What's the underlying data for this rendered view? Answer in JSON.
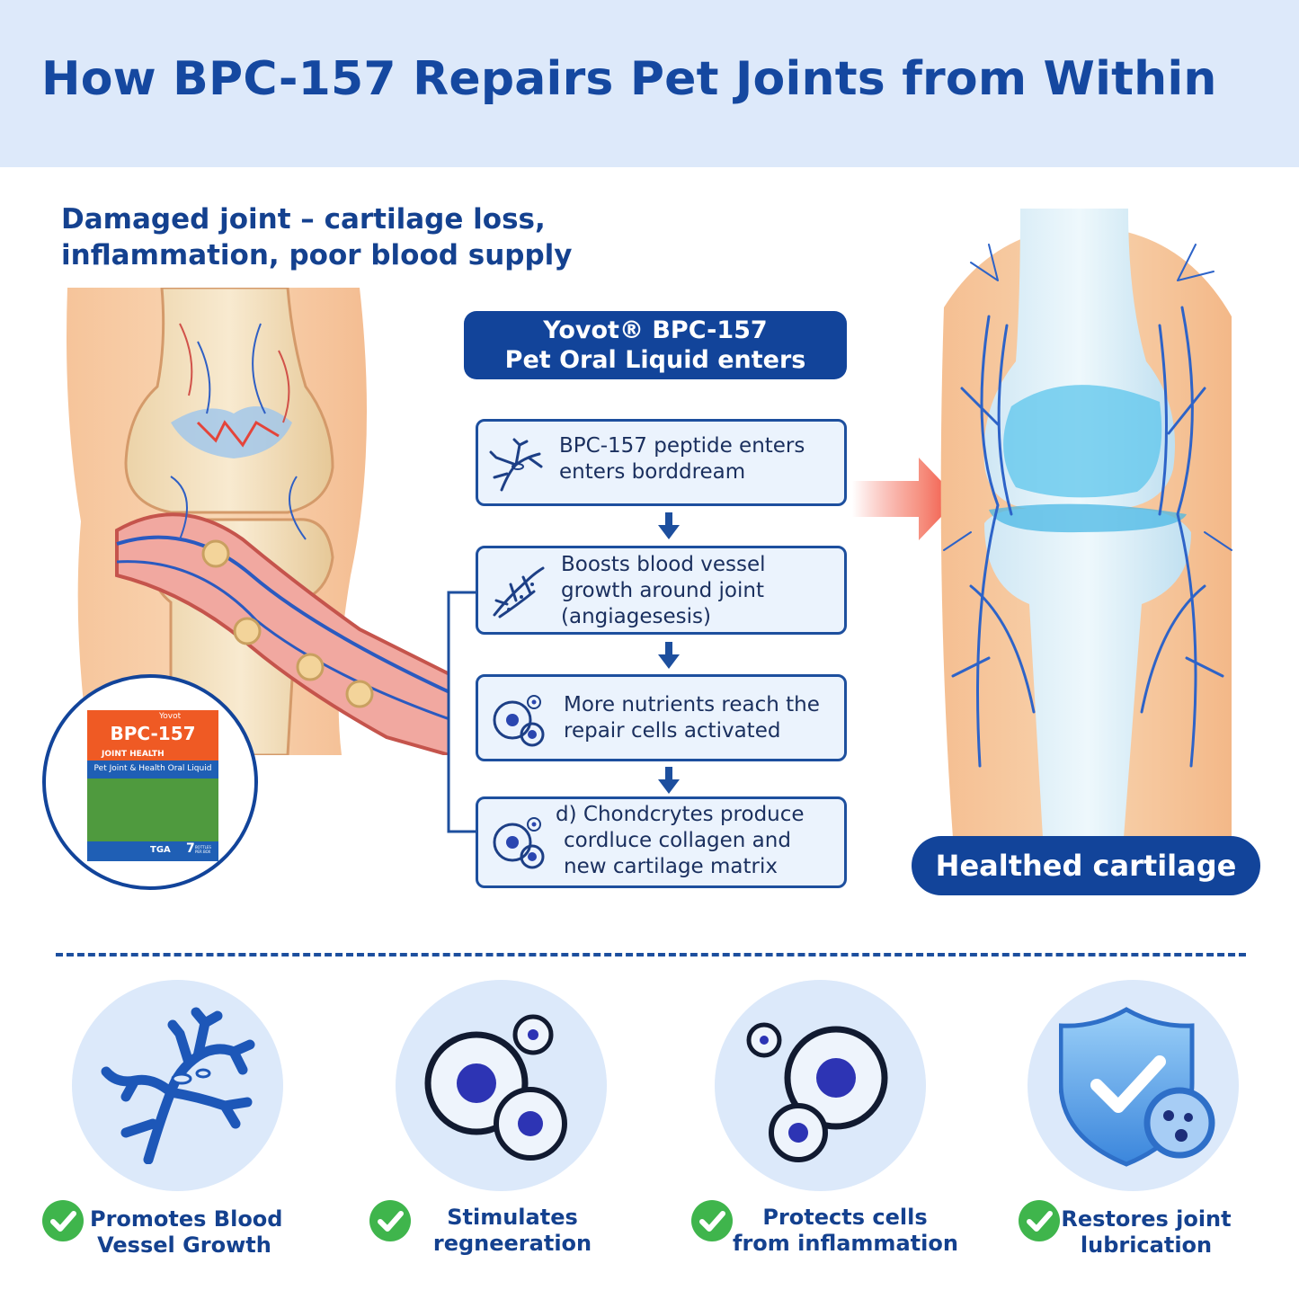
{
  "title": "How BPC-157 Repairs Pet Joints from Within",
  "damaged": {
    "line1": "Damaged joint – cartilage loss,",
    "line2": "inflammation, poor blood supply"
  },
  "product": {
    "brand": "Yovot",
    "name": "BPC-157",
    "line": "JOINT HEALTH",
    "subtitle": "Pet Joint & Health Oral Liquid",
    "cert": "TGA",
    "count": "7",
    "count_unit": "BOTTLES PER BOX"
  },
  "enters": {
    "line1": "Yovot® BPC-157",
    "line2": "Pet Oral Liquid enters"
  },
  "steps": [
    {
      "icon": "blood-vessel-icon",
      "lines": [
        "BPC-157 peptide enters",
        "enters borddream"
      ]
    },
    {
      "icon": "vessel-growth-icon",
      "lines": [
        "Boosts blood vessel",
        "growth around joint",
        "(angiagesesis)"
      ]
    },
    {
      "icon": "cells-icon",
      "lines": [
        "More nutrients reach the",
        "repair cells activated"
      ]
    },
    {
      "icon": "cells-icon",
      "lines": [
        "d) Chondcrytes produce",
        "cordluce collagen and",
        "new cartilage matrix"
      ]
    }
  ],
  "healed_label": "Healthed cartilage",
  "benefits": [
    {
      "icon": "blood-vessel-icon",
      "lines": [
        "Promotes Blood",
        "Vessel Growth"
      ]
    },
    {
      "icon": "cells-icon",
      "lines": [
        "Stimulates",
        "regneeration"
      ]
    },
    {
      "icon": "cells-icon",
      "lines": [
        "Protects cells",
        "from inflammation"
      ]
    },
    {
      "icon": "shield-check-icon",
      "lines": [
        "Restores joint",
        "lubrication"
      ]
    }
  ],
  "colors": {
    "navy": "#12449a",
    "header_bg": "#dde9fa",
    "check_green": "#3fb54c",
    "arrow_red": "#f04a3a",
    "product_orange": "#ef5a24"
  }
}
